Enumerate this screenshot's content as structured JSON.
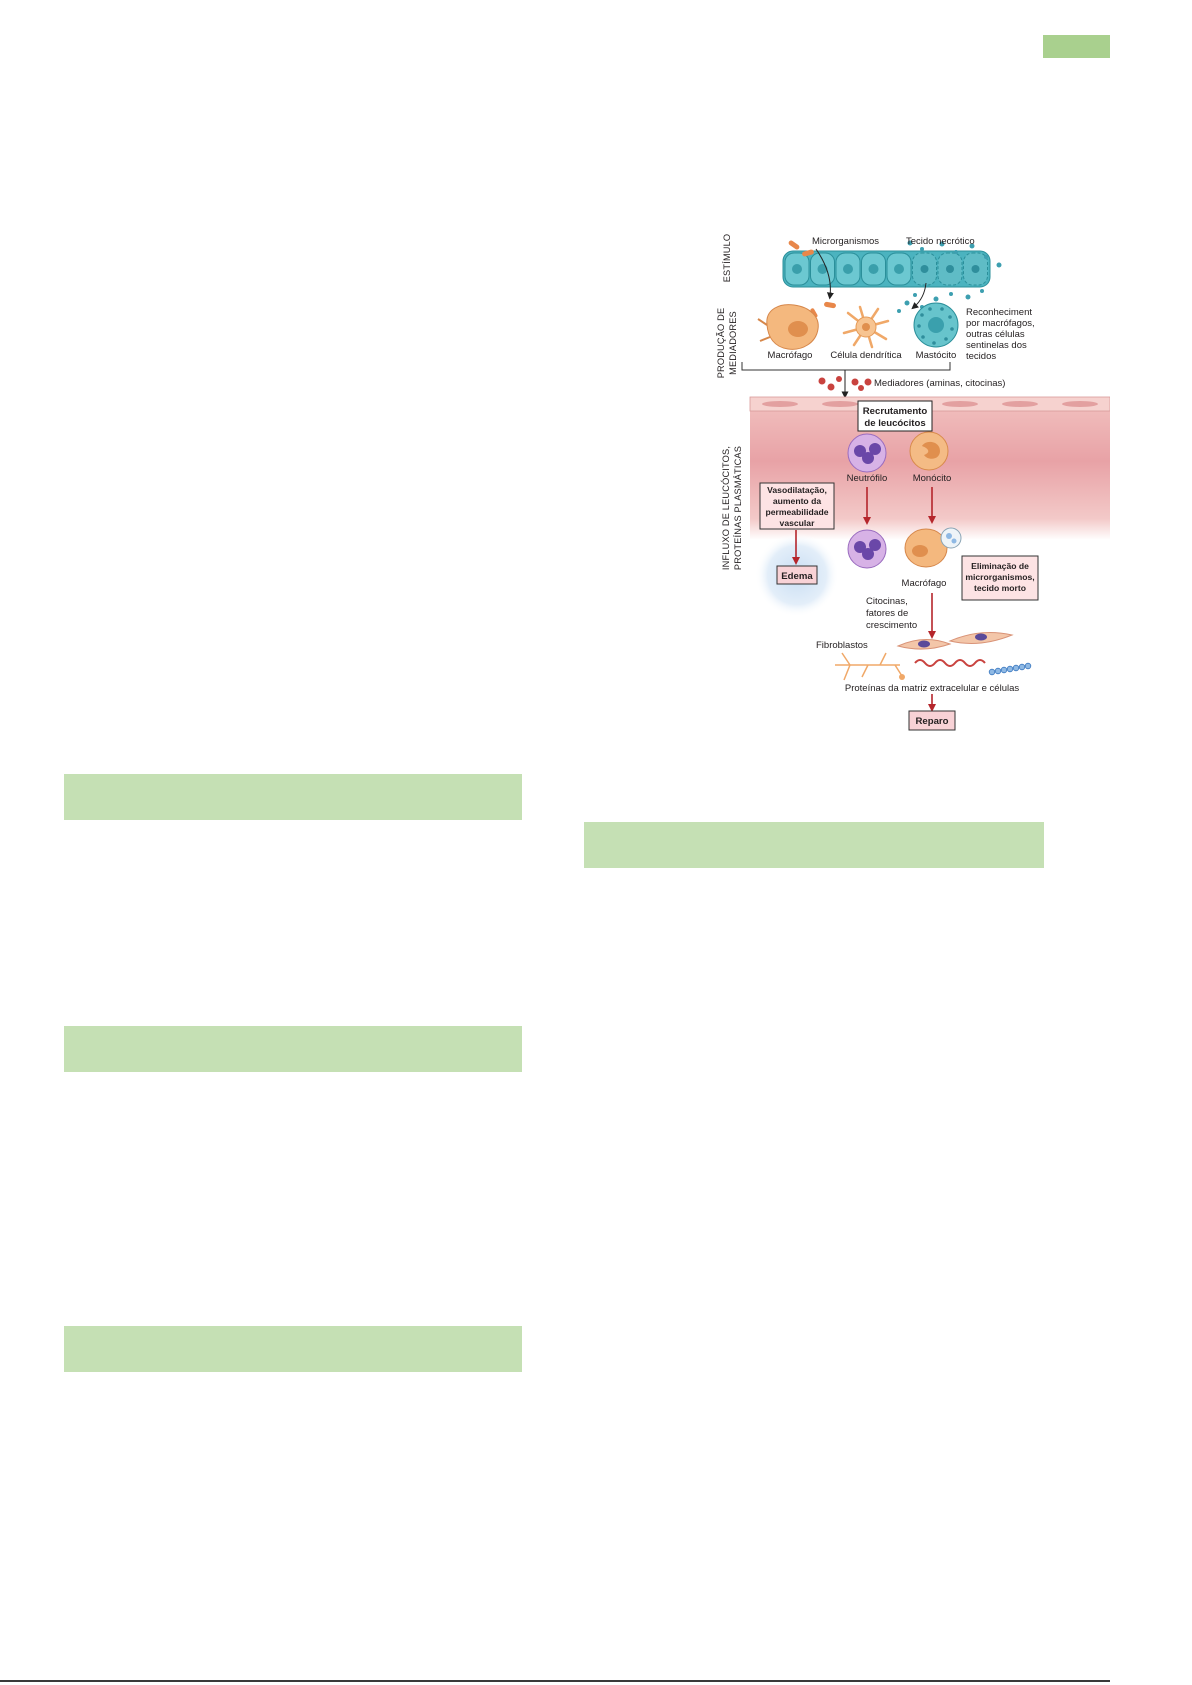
{
  "colors": {
    "section_band": "#c5e0b4",
    "header_badge": "#a9d08e",
    "arrow": "#b5262c"
  },
  "figure": {
    "row_labels": {
      "stimulus": "ESTÍMULO",
      "mediators": [
        "PRODUÇÃO DE",
        "MEDIADORES"
      ],
      "influx": [
        "INFLUXO DE LEUCÓCITOS,",
        "PROTEÍNAS PLASMÁTICAS"
      ]
    },
    "stimulus": {
      "microorganisms": "Microrganismos",
      "necrotic_tissue": "Tecido necrótico"
    },
    "sentinel_cells": {
      "macrophage": "Macrófago",
      "dendritic_cell": "Célula dendrítica",
      "mast_cell": "Mastócito"
    },
    "recognition": [
      "Reconheciment",
      "por macrófagos,",
      "outras células",
      "sentinelas dos",
      "tecidos"
    ],
    "mediators": "Mediadores (aminas, citocinas)",
    "recruitment": [
      "Recrutamento",
      "de leucócitos"
    ],
    "neutrophil": "Neutrófilo",
    "monocyte": "Monócito",
    "vasodilation": [
      "Vasodilatação,",
      "aumento da",
      "permeabilidade",
      "vascular"
    ],
    "edema": "Edema",
    "tissue_macrophage": "Macrófago",
    "elimination": [
      "Eliminação de",
      "microrganismos,",
      "tecido morto"
    ],
    "cytokines": [
      "Citocinas,",
      "fatores de",
      "crescimento"
    ],
    "fibroblasts": "Fibroblastos",
    "ecm": "Proteínas da matriz extracelular e células",
    "repair": "Reparo"
  }
}
